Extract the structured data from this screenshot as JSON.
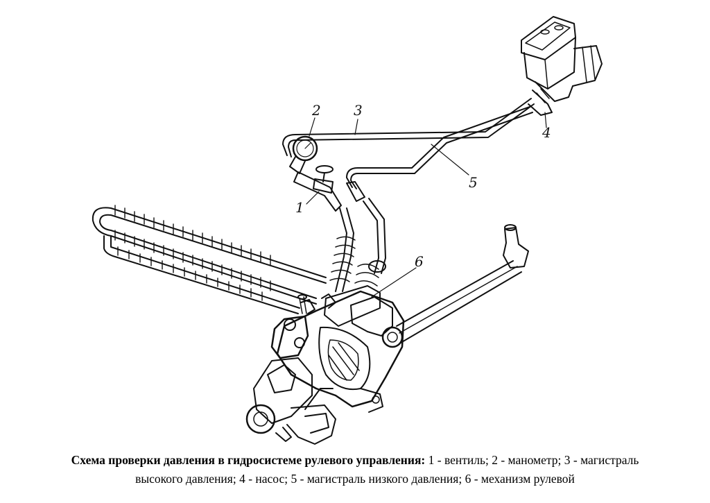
{
  "figure": {
    "labels": [
      {
        "id": "1",
        "text": "1"
      },
      {
        "id": "2",
        "text": "2"
      },
      {
        "id": "3",
        "text": "3"
      },
      {
        "id": "4",
        "text": "4"
      },
      {
        "id": "5",
        "text": "5"
      },
      {
        "id": "6",
        "text": "6"
      }
    ]
  },
  "caption": {
    "title": "Схема проверки давления в гидросистеме рулевого управления:",
    "line1_rest": " 1 - вентиль; 2 - манометр; 3 - магистраль",
    "line2": "высокого давления; 4 - насос; 5 - магистраль низкого давления; 6 - механизм рулевой"
  }
}
